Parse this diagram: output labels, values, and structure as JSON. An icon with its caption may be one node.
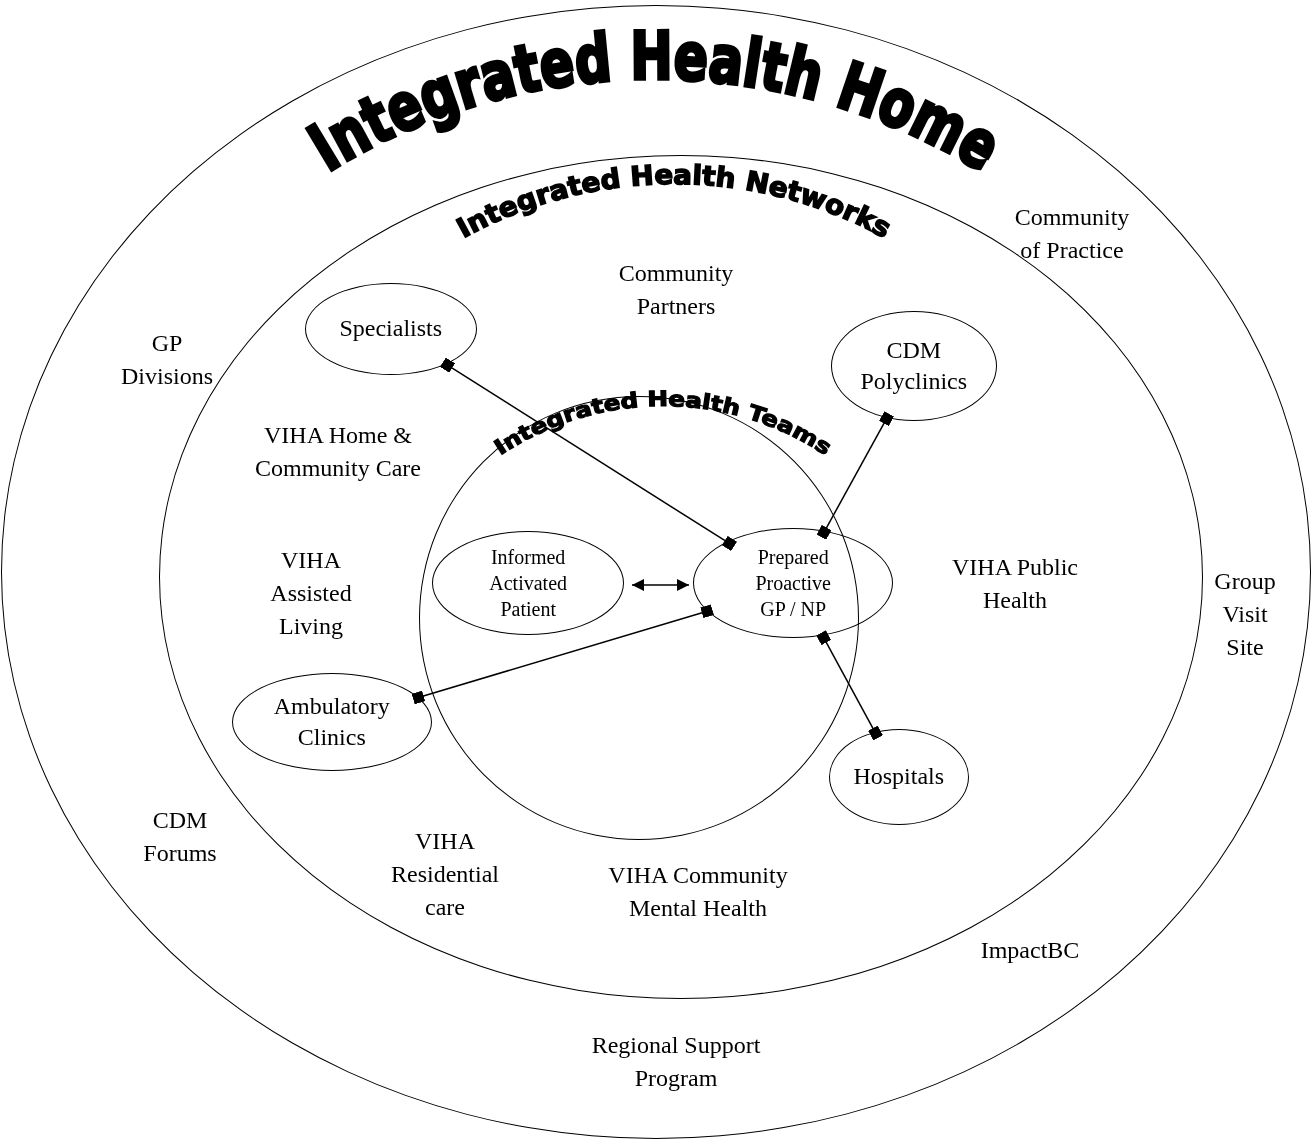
{
  "diagram": {
    "nodes": [
      {
        "text": [
          "Integrated Health Home"
        ]
      },
      {
        "text": [
          "Integrated Health Networks"
        ],
        "in": 0
      },
      {
        "text": [
          "Specialists"
        ],
        "in": 1
      },
      {
        "text": [
          "CDM Polyclinics"
        ],
        "in": 1
      },
      {
        "text": [
          "Integrated Health Teams"
        ],
        "in": 1
      },
      {
        "text": [
          "Informed Activated Patient"
        ],
        "in": 4
      },
      {
        "text": [
          "Prepared Proactive GP / NP"
        ],
        "in": 4
      },
      {
        "text": [
          "Ambulatory Clinics"
        ],
        "in": 1
      },
      {
        "text": [
          "Hospitals"
        ],
        "in": 1
      }
    ],
    "edges": [
      {
        "from": 2,
        "to": 6,
        "arrow": "other"
      },
      {
        "from": 3,
        "to": 6,
        "arrow": "other"
      },
      {
        "from": 5,
        "to": 6,
        "arrow": "both"
      },
      {
        "from": 7,
        "to": 6,
        "arrow": "other"
      },
      {
        "from": 8,
        "to": 6,
        "arrow": "other"
      }
    ],
    "labels": [
      "Community of Practice",
      "Community Partners",
      "GP Divisions",
      "VIHA Home & Community Care",
      "VIHA Assisted Living",
      "VIHA Public Health",
      "Group Visit Site",
      "CDM Forums",
      "VIHA Residential care",
      "VIHA Community Mental Health",
      "ImpactBC",
      "Regional Support Program"
    ]
  }
}
